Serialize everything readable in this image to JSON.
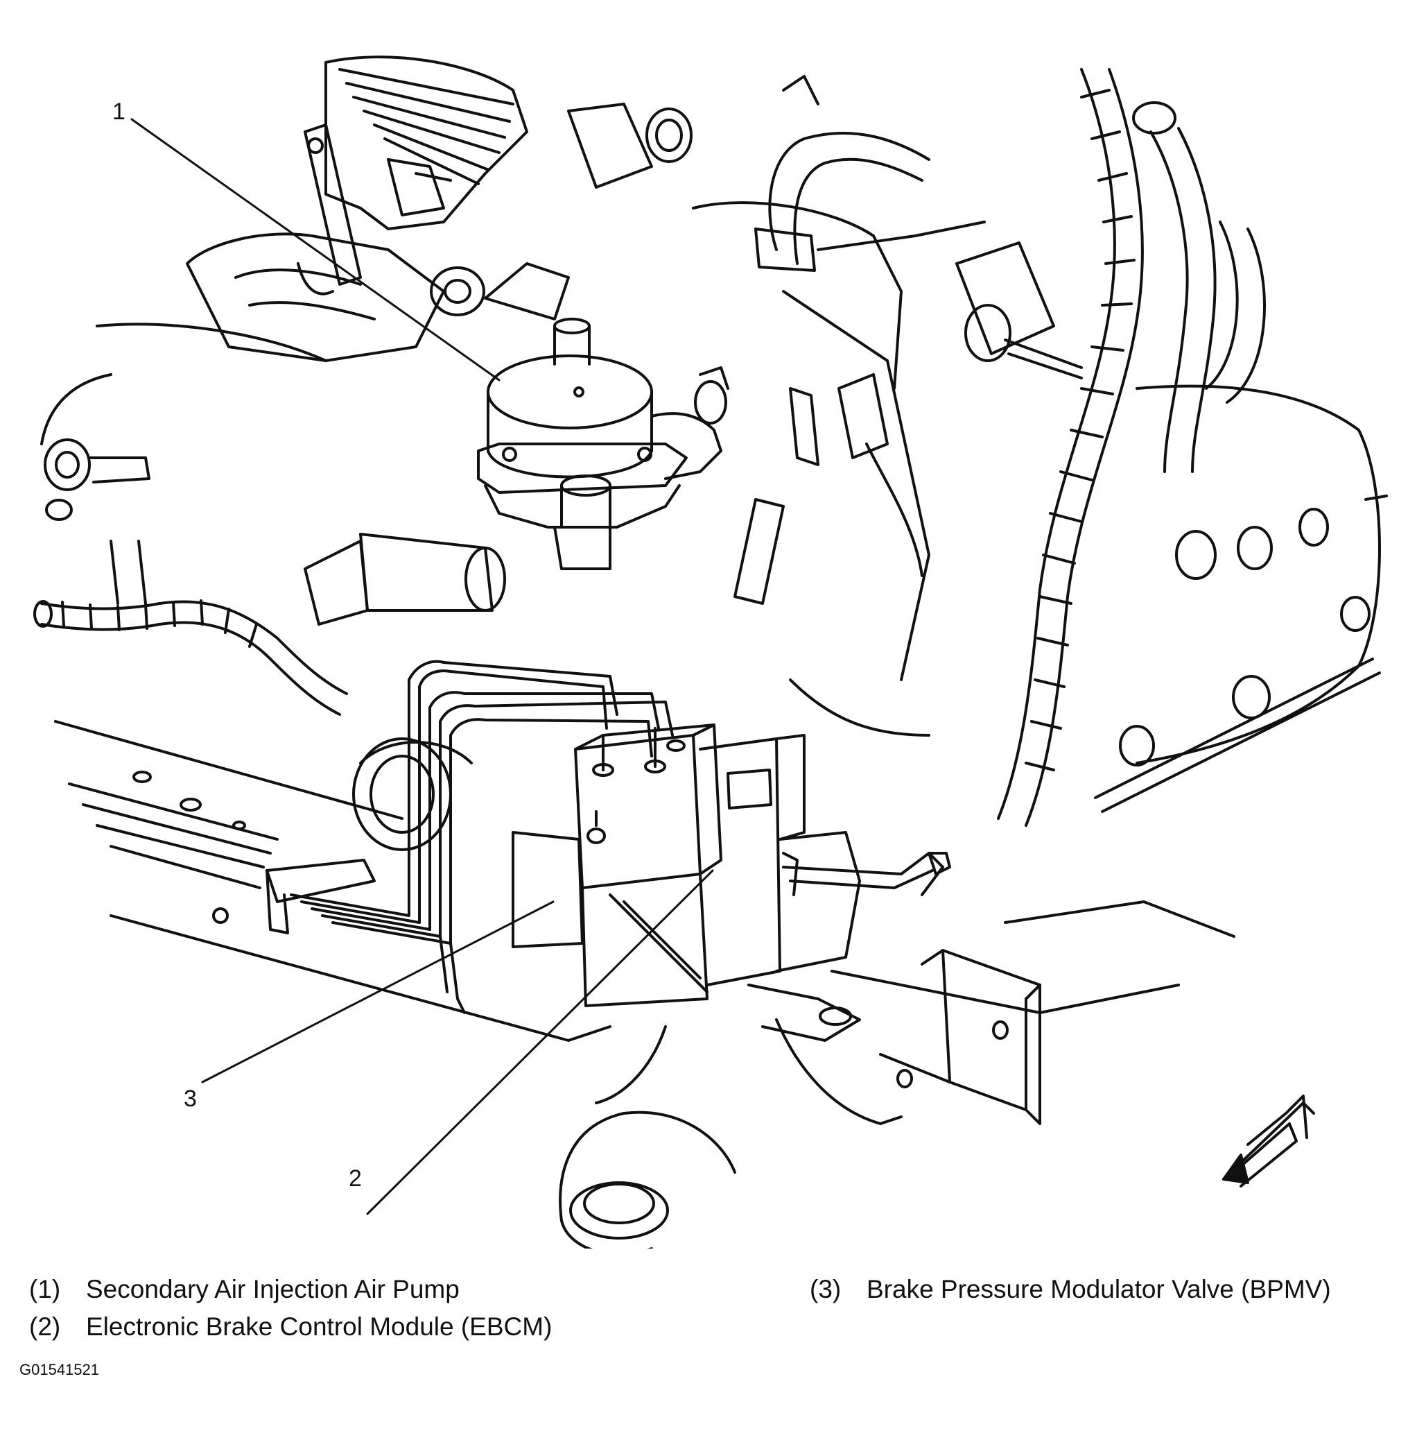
{
  "callouts": [
    {
      "num": "1"
    },
    {
      "num": "2"
    },
    {
      "num": "3"
    }
  ],
  "legend": [
    {
      "num": "(1)",
      "text": "Secondary Air Injection Air Pump"
    },
    {
      "num": "(2)",
      "text": "Electronic Brake Control Module (EBCM)"
    },
    {
      "num": "(3)",
      "text": "Brake Pressure Modulator Valve (BPMV)"
    }
  ],
  "figure_id": "G01541521",
  "colors": {
    "line": "#111111",
    "background": "#ffffff"
  }
}
